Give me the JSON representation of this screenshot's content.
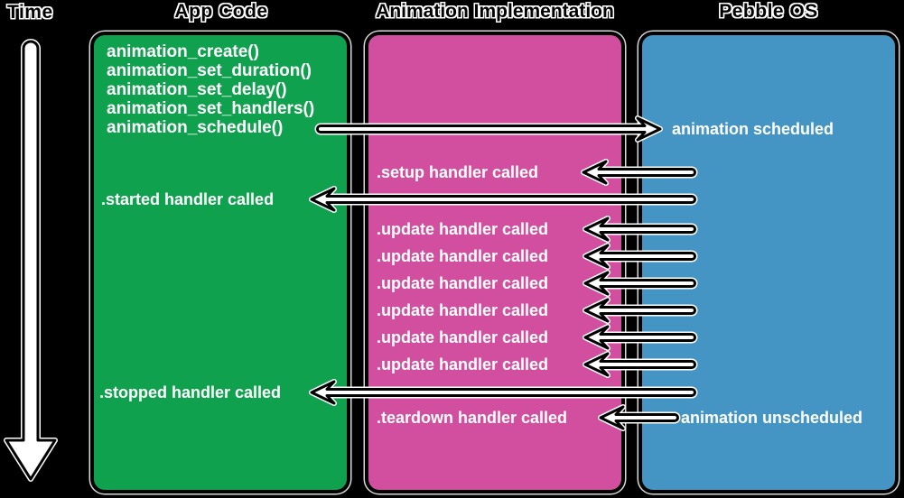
{
  "headers": {
    "time": "Time",
    "app_code": "App Code",
    "animation_implementation": "Animation Implementation",
    "pebble_os": "Pebble OS"
  },
  "colors": {
    "background": "#000000",
    "app_code_box": "#0FA14E",
    "implementation_box": "#D14F9E",
    "pebble_os_box": "#4495C3",
    "label_text": "#ffffff",
    "arrow_fill": "#ffffff",
    "arrow_outline": "#000000"
  },
  "app_code": {
    "functions": [
      "animation_create()",
      "animation_set_duration()",
      "animation_set_delay()",
      "animation_set_handlers()",
      "animation_schedule()"
    ],
    "started_label": ".started handler called",
    "stopped_label": ".stopped handler called"
  },
  "implementation": {
    "setup_label": ".setup handler called",
    "updates": [
      ".update handler called",
      ".update handler called",
      ".update handler called",
      ".update handler called",
      ".update handler called",
      ".update handler called"
    ],
    "teardown_label": ".teardown handler called"
  },
  "pebble_os": {
    "scheduled_label": "animation scheduled",
    "unscheduled_label": "animation unscheduled"
  },
  "arrows": [
    {
      "name": "time-arrow",
      "direction": "down"
    },
    {
      "name": "schedule-call-arrow",
      "direction": "right",
      "from": "animation_schedule()",
      "to": "animation scheduled"
    },
    {
      "name": "setup-handler-arrow",
      "direction": "left",
      "to": ".setup handler called"
    },
    {
      "name": "started-handler-arrow",
      "direction": "left",
      "to": ".started handler called"
    },
    {
      "name": "update-handler-arrows",
      "direction": "left",
      "count": 6,
      "to": ".update handler called"
    },
    {
      "name": "stopped-handler-arrow",
      "direction": "left",
      "to": ".stopped handler called"
    },
    {
      "name": "teardown-handler-arrow",
      "direction": "left",
      "from": "animation unscheduled",
      "to": ".teardown handler called"
    }
  ]
}
